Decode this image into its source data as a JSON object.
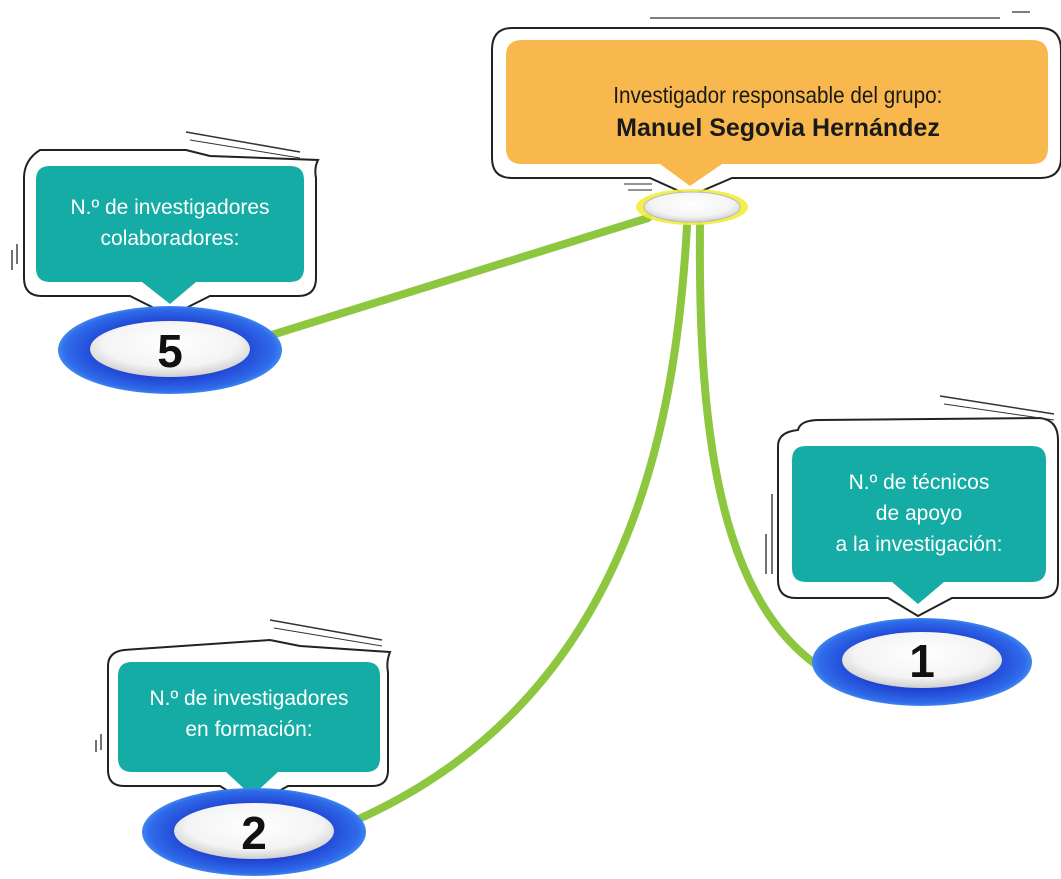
{
  "head": {
    "line1": "Investigador responsable del grupo:",
    "line2": "Manuel Segovia Hernández"
  },
  "collaborators": {
    "line1": "N.º de investigadores",
    "line2": "colaboradores:",
    "count": "5"
  },
  "technicians": {
    "line1": "N.º de técnicos",
    "line2": "de apoyo",
    "line3": "a la investigación:",
    "count": "1"
  },
  "trainees": {
    "line1": "N.º de investigadores",
    "line2": "en formación:",
    "count": "2"
  },
  "colors": {
    "head_fill": "#f8b84e",
    "bubble_fill": "#15aca6",
    "connector": "#8dc63f",
    "ring_blue": "#2e4fd8"
  }
}
